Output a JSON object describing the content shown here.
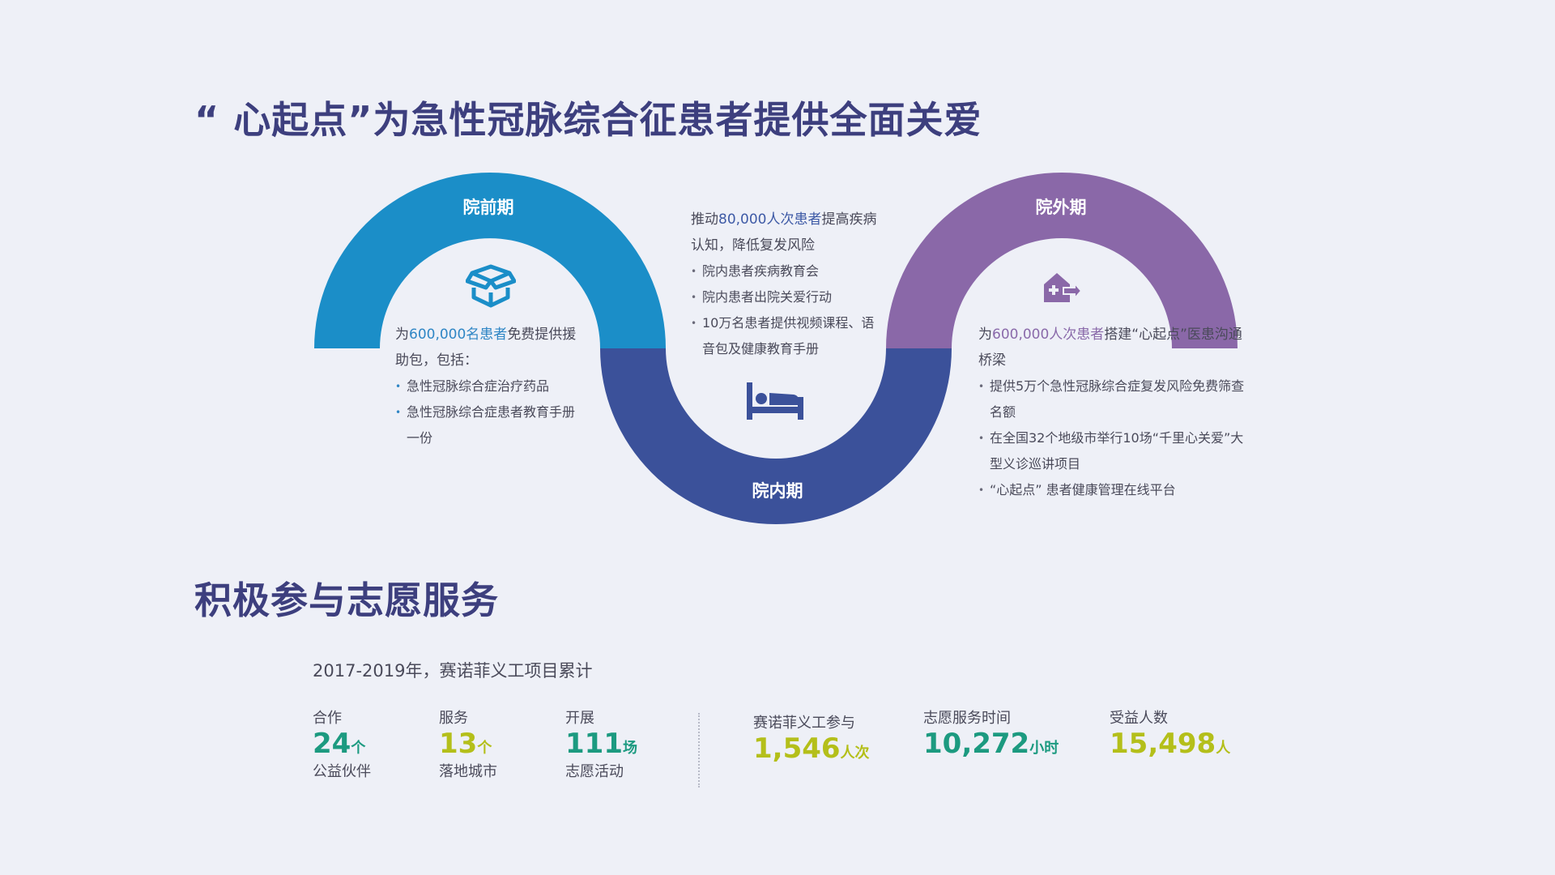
{
  "main_title": "“ 心起点”为急性冠脉综合征患者提供全面关爱",
  "colors": {
    "pre": "#1b8ec8",
    "in": "#3b519a",
    "out": "#8a68a8"
  },
  "phases": {
    "pre": {
      "label": "院前期",
      "icon": "open-box-icon",
      "intro_a": "为",
      "intro_highlight": "600,000名患者",
      "intro_b": "免费提供援助包，包括：",
      "bullets": [
        "急性冠脉综合症治疗药品",
        "急性冠脉综合症患者教育手册一份"
      ]
    },
    "in": {
      "label": "院内期",
      "icon": "hospital-bed-icon",
      "intro_a": "推动",
      "intro_highlight": "80,000人次患者",
      "intro_b": "提高疾病认知，降低复发风险",
      "bullets": [
        "院内患者疾病教育会",
        "院内患者出院关爱行动",
        "10万名患者提供视频课程、语音包及健康教育手册"
      ]
    },
    "out": {
      "label": "院外期",
      "icon": "clinic-home-icon",
      "intro_a": "为",
      "intro_highlight": "600,000人次患者",
      "intro_b": "搭建“心起点”医患沟通桥梁",
      "bullets": [
        "提供5万个急性冠脉综合症复发风险免费筛查名额",
        "在全国32个地级市举行10场“千里心关爱”大型义诊巡讲项目",
        "“心起点” 患者健康管理在线平台"
      ]
    }
  },
  "volunteer": {
    "title": "积极参与志愿服务",
    "caption": "2017-2019年，赛诺菲义工项目累计",
    "left_stats": [
      {
        "top": "合作",
        "value": "24",
        "unit": "个",
        "bottom": "公益伙伴",
        "color": "teal"
      },
      {
        "top": "服务",
        "value": "13",
        "unit": "个",
        "bottom": "落地城市",
        "color": "yellow"
      },
      {
        "top": "开展",
        "value": "111",
        "unit": "场",
        "bottom": "志愿活动",
        "color": "teal"
      }
    ],
    "right_stats": [
      {
        "top": "赛诺菲义工参与",
        "value": "1,546",
        "unit": "人次",
        "color": "yellow"
      },
      {
        "top": "志愿服务时间",
        "value": "10,272",
        "unit": "小时",
        "color": "teal"
      },
      {
        "top": "受益人数",
        "value": "15,498",
        "unit": "人",
        "color": "yellow"
      }
    ]
  }
}
